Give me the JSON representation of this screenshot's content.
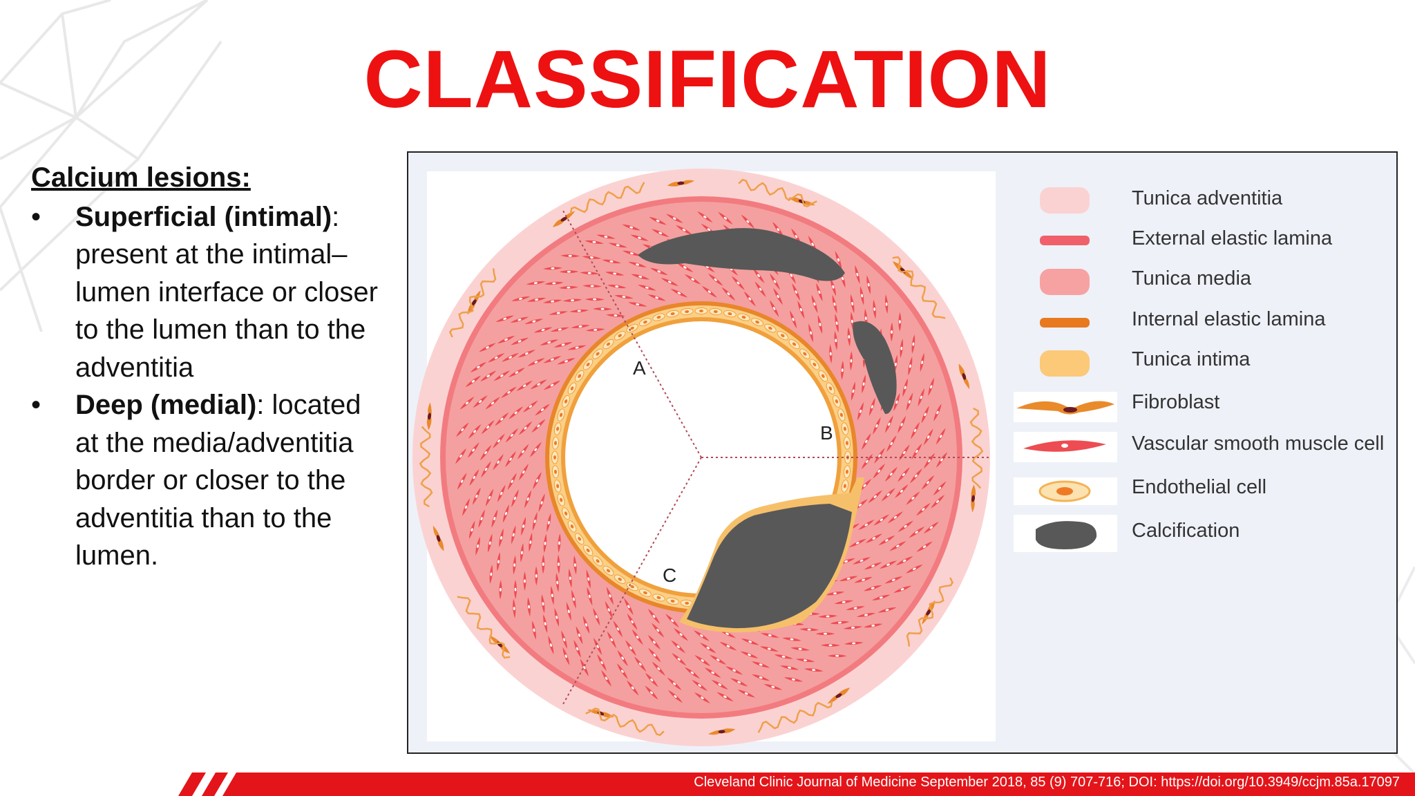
{
  "slide": {
    "title": "CLASSIFICATION"
  },
  "lesions": {
    "heading": "Calcium lesions:",
    "items": [
      {
        "bullet": "•",
        "term": "Superficial (intimal)",
        "separator": ":",
        "text": "present at the intimal–lumen interface or closer to the lumen than to the adventitia"
      },
      {
        "bullet": "•",
        "term": "Deep (medial)",
        "separator": ":",
        "text": "located at the media/adventitia border or closer to the adventitia than to the lumen."
      }
    ]
  },
  "diagram": {
    "sector_labels": [
      "A",
      "B",
      "C"
    ],
    "legend": [
      {
        "label": "Tunica adventitia",
        "icon": "tunica-adventitia-swatch",
        "color": "#fbd2d2"
      },
      {
        "label": "External elastic lamina",
        "icon": "external-elastic-lamina-swatch",
        "color": "#f0606a"
      },
      {
        "label": "Tunica media",
        "icon": "tunica-media-swatch",
        "color": "#f7a2a2"
      },
      {
        "label": "Internal elastic lamina",
        "icon": "internal-elastic-lamina-swatch",
        "color": "#e8791f"
      },
      {
        "label": "Tunica intima",
        "icon": "tunica-intima-swatch",
        "color": "#fbc978"
      },
      {
        "label": "Fibroblast",
        "icon": "fibroblast-icon",
        "color": "#e98a2b"
      },
      {
        "label": "Vascular smooth muscle cell",
        "icon": "smooth-muscle-cell-icon",
        "color": "#ec4c52"
      },
      {
        "label": "Endothelial cell",
        "icon": "endothelial-cell-icon",
        "color": "#f3b357"
      },
      {
        "label": "Calcification",
        "icon": "calcification-icon",
        "color": "#5a5a5a"
      }
    ]
  },
  "footer": {
    "citation": "Cleveland Clinic Journal of Medicine September 2018, 85 (9) 707-716; DOI: https://doi.org/10.3949/ccjm.85a.17097",
    "bar_color": "#e3151a"
  }
}
